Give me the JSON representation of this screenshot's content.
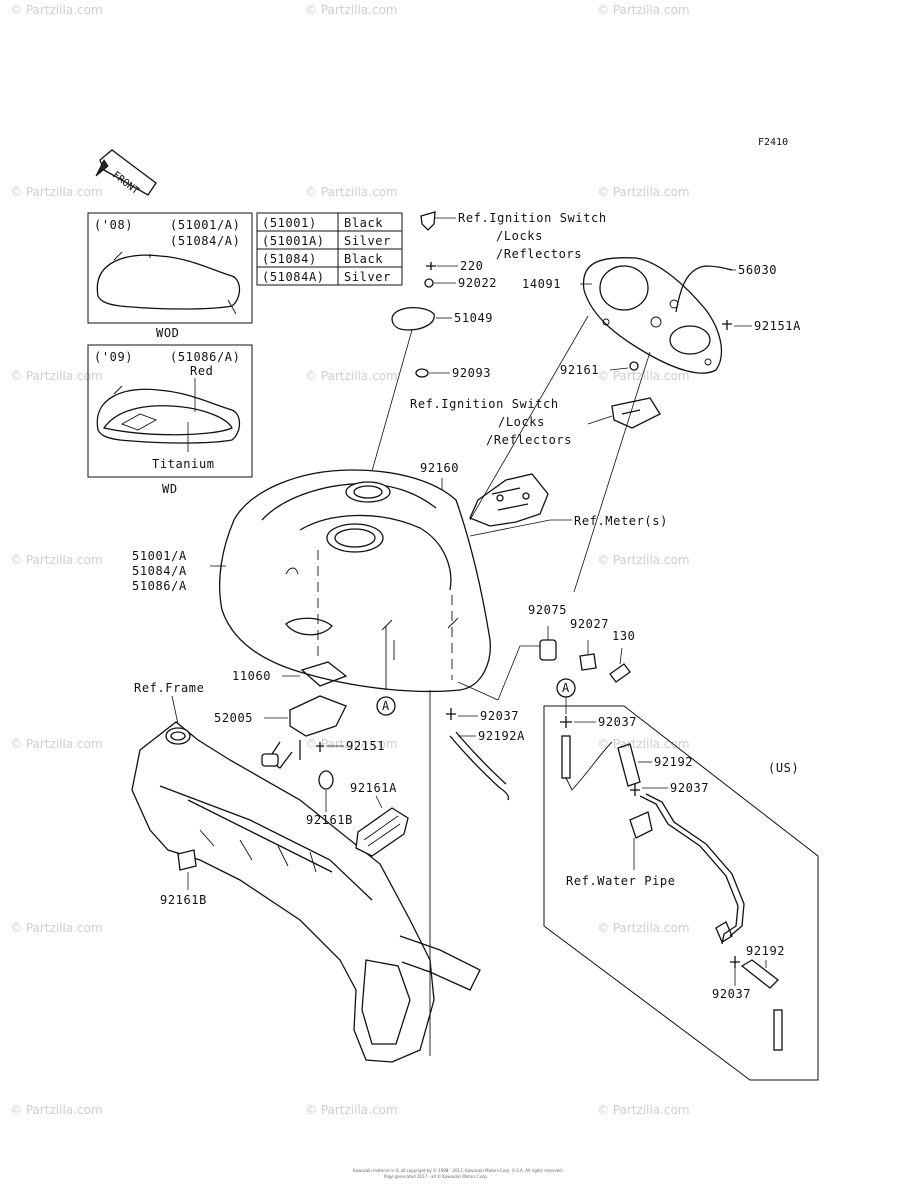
{
  "diagram": {
    "figure_code": "F2410",
    "front_label": "FRONT",
    "watermark": "© Partzilla.com",
    "copyright_line_1": "Kawasaki material is © all copyright by © 1998 - 2017, Kawasaki Motors Corp. U.S.A. All rights reserved.",
    "copyright_line_2": "Page generated 2017 - all © Kawasaki Motors Corp.",
    "variant_box_08": {
      "year": "('08)",
      "codes_1": "(51001/A)",
      "codes_2": "(51084/A)",
      "caption": "WOD"
    },
    "variant_box_09": {
      "year": "('09)",
      "codes": "(51086/A)",
      "color_red": "Red",
      "color_titanium": "Titanium",
      "caption": "WD"
    },
    "color_table": [
      {
        "part": "(51001)",
        "color": "Black"
      },
      {
        "part": "(51001A)",
        "color": "Silver"
      },
      {
        "part": "(51084)",
        "color": "Black"
      },
      {
        "part": "(51084A)",
        "color": "Silver"
      }
    ],
    "callouts": {
      "ignition_ref_1": [
        "Ref.Ignition Switch",
        "/Locks",
        "/Reflectors"
      ],
      "ignition_ref_2": [
        "Ref.Ignition Switch",
        "/Locks",
        "/Reflectors"
      ],
      "p220": "220",
      "p92022": "92022",
      "p51049": "51049",
      "p92093": "92093",
      "p14091": "14091",
      "p56030": "56030",
      "p92151A": "92151A",
      "p92161": "92161",
      "p92160": "92160",
      "ref_meter": "Ref.Meter(s)",
      "tank_1": "51001/A",
      "tank_2": "51084/A",
      "tank_3": "51086/A",
      "p92075": "92075",
      "p92027": "92027",
      "p130": "130",
      "p11060": "11060",
      "ref_frame": "Ref.Frame",
      "p52005": "52005",
      "p92151": "92151",
      "p92037_a": "92037",
      "p92192A": "92192A",
      "p92161A": "92161A",
      "p92161B_a": "92161B",
      "p92161B_b": "92161B",
      "circle_a_1": "A",
      "circle_a_2": "A",
      "p92037_b": "92037",
      "p92192_a": "92192",
      "p92037_c": "92037",
      "us_label": "(US)",
      "ref_water_pipe": "Ref.Water Pipe",
      "p92192_b": "92192",
      "p92037_d": "92037"
    }
  }
}
